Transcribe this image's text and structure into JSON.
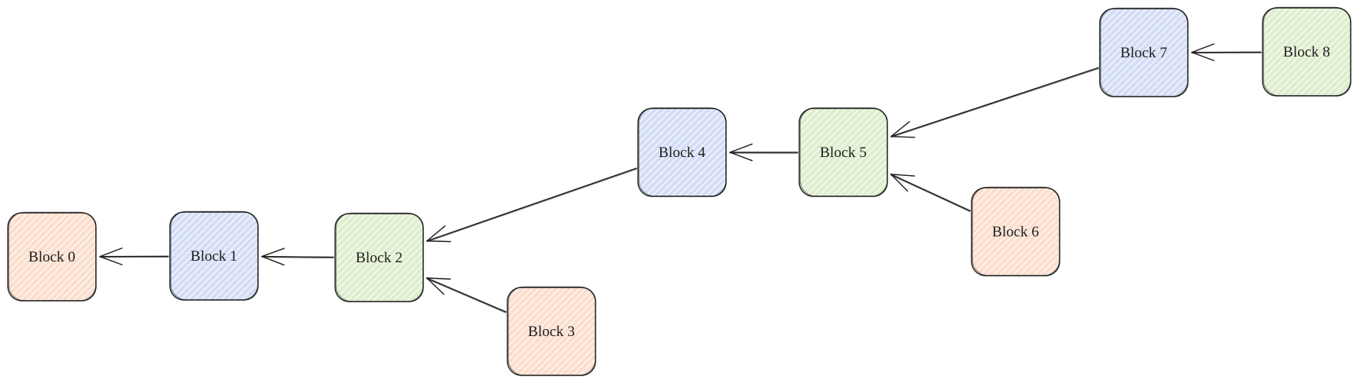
{
  "diagram": {
    "type": "block-chain",
    "blocks": [
      {
        "id": "b0",
        "label": "Block 0",
        "color": "#f4a77c"
      },
      {
        "id": "b1",
        "label": "Block 1",
        "color": "#8fa6e8"
      },
      {
        "id": "b2",
        "label": "Block 2",
        "color": "#a8d37f"
      },
      {
        "id": "b3",
        "label": "Block 3",
        "color": "#f4a77c"
      },
      {
        "id": "b4",
        "label": "Block 4",
        "color": "#8fa6e8"
      },
      {
        "id": "b5",
        "label": "Block 5",
        "color": "#a8d37f"
      },
      {
        "id": "b6",
        "label": "Block 6",
        "color": "#f4a77c"
      },
      {
        "id": "b7",
        "label": "Block 7",
        "color": "#8fa6e8"
      },
      {
        "id": "b8",
        "label": "Block 8",
        "color": "#a8d37f"
      }
    ],
    "edges": [
      {
        "from": "b1",
        "to": "b0"
      },
      {
        "from": "b2",
        "to": "b1"
      },
      {
        "from": "b3",
        "to": "b2"
      },
      {
        "from": "b4",
        "to": "b2"
      },
      {
        "from": "b5",
        "to": "b4"
      },
      {
        "from": "b6",
        "to": "b5"
      },
      {
        "from": "b7",
        "to": "b5"
      },
      {
        "from": "b8",
        "to": "b7"
      }
    ]
  }
}
